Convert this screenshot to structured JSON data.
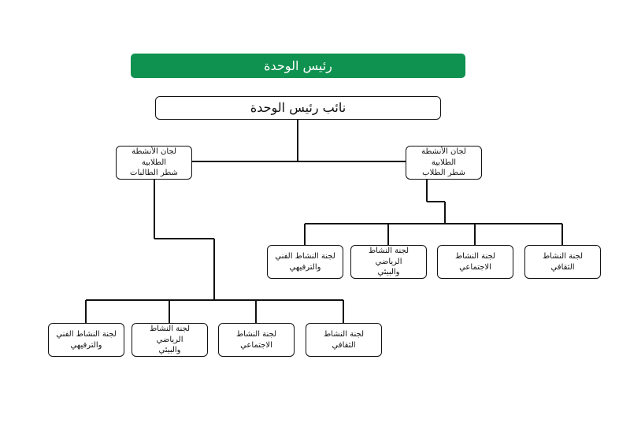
{
  "colors": {
    "head_fill": "#0f9150",
    "head_text": "#ffffff",
    "line": "#111111"
  },
  "head": {
    "label": "رئيس الوحدة"
  },
  "deputy": {
    "label": "نائب رئيس الوحدة"
  },
  "groups": {
    "male": {
      "label_line1": "لجان الأنشطة الطلابية",
      "label_line2": "شطر الطلاب",
      "committees": [
        {
          "line1": "لجنة النشاط الثقافي",
          "line2": ""
        },
        {
          "line1": "لجنة النشاط الاجتماعي",
          "line2": ""
        },
        {
          "line1": "لجنة النشاط الرياضي",
          "line2": "والبيئي"
        },
        {
          "line1": "لجنة النشاط الفني",
          "line2": "والترفيهي"
        }
      ]
    },
    "female": {
      "label_line1": "لجان الأنشطة الطلابية",
      "label_line2": "شطر الطالبات",
      "committees": [
        {
          "line1": "لجنة النشاط الثقافي",
          "line2": ""
        },
        {
          "line1": "لجنة النشاط الاجتماعي",
          "line2": ""
        },
        {
          "line1": "لجنة النشاط الرياضي",
          "line2": "والبيئي"
        },
        {
          "line1": "لجنة النشاط الفني",
          "line2": "والترفيهي"
        }
      ]
    }
  }
}
